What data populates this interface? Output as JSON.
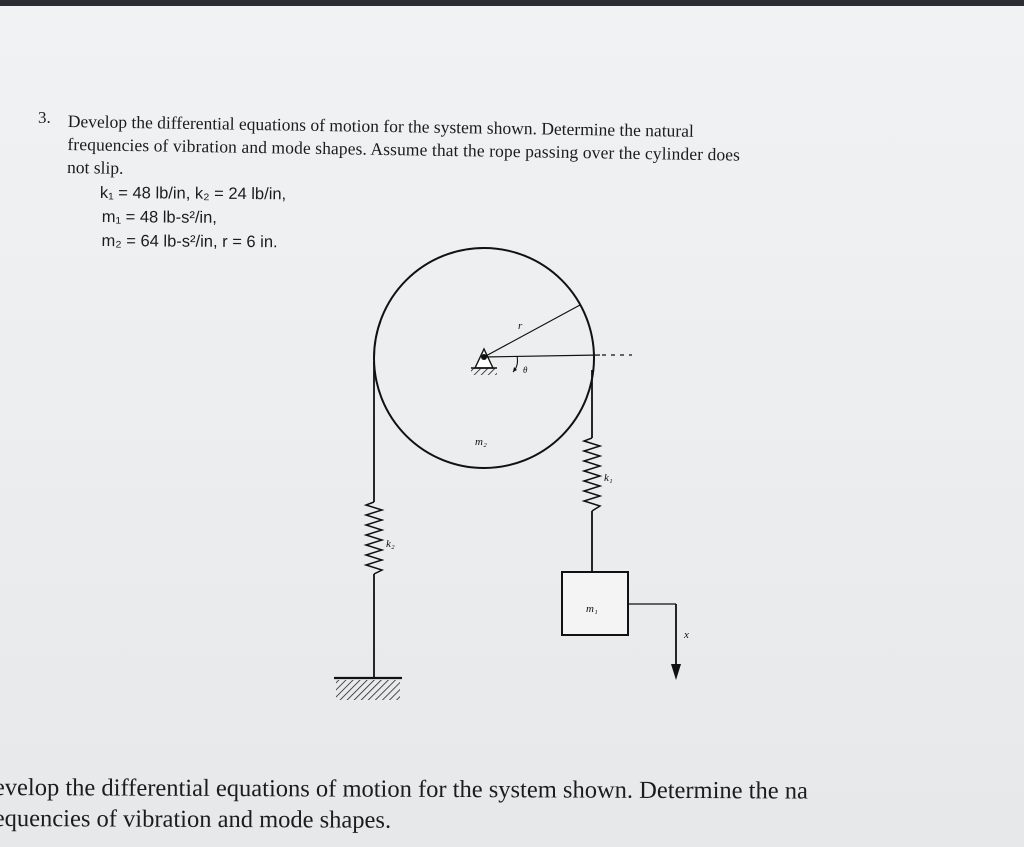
{
  "problem": {
    "number": "3.",
    "lines": [
      "Develop the differential equations of motion for the system shown. Determine the natural",
      "frequencies of vibration and mode shapes. Assume that the rope passing over the cylinder does",
      "not slip."
    ],
    "parameters": [
      "k₁ = 48 lb/in, k₂ = 24 lb/in,",
      "m₁ = 48 lb-s²/in,",
      "m₂ = 64 lb-s²/in, r = 6 in."
    ]
  },
  "figure": {
    "labels": {
      "radius": "r",
      "angle": "θ",
      "cylinder_mass": "m₂",
      "spring_right": "k₁",
      "spring_left": "k₂",
      "block_mass": "m₁",
      "displacement": "x"
    }
  },
  "bottom_excerpt": {
    "lines": [
      "evelop the differential equations of motion for the system shown. Determine the na",
      "equencies of vibration and mode shapes."
    ]
  }
}
